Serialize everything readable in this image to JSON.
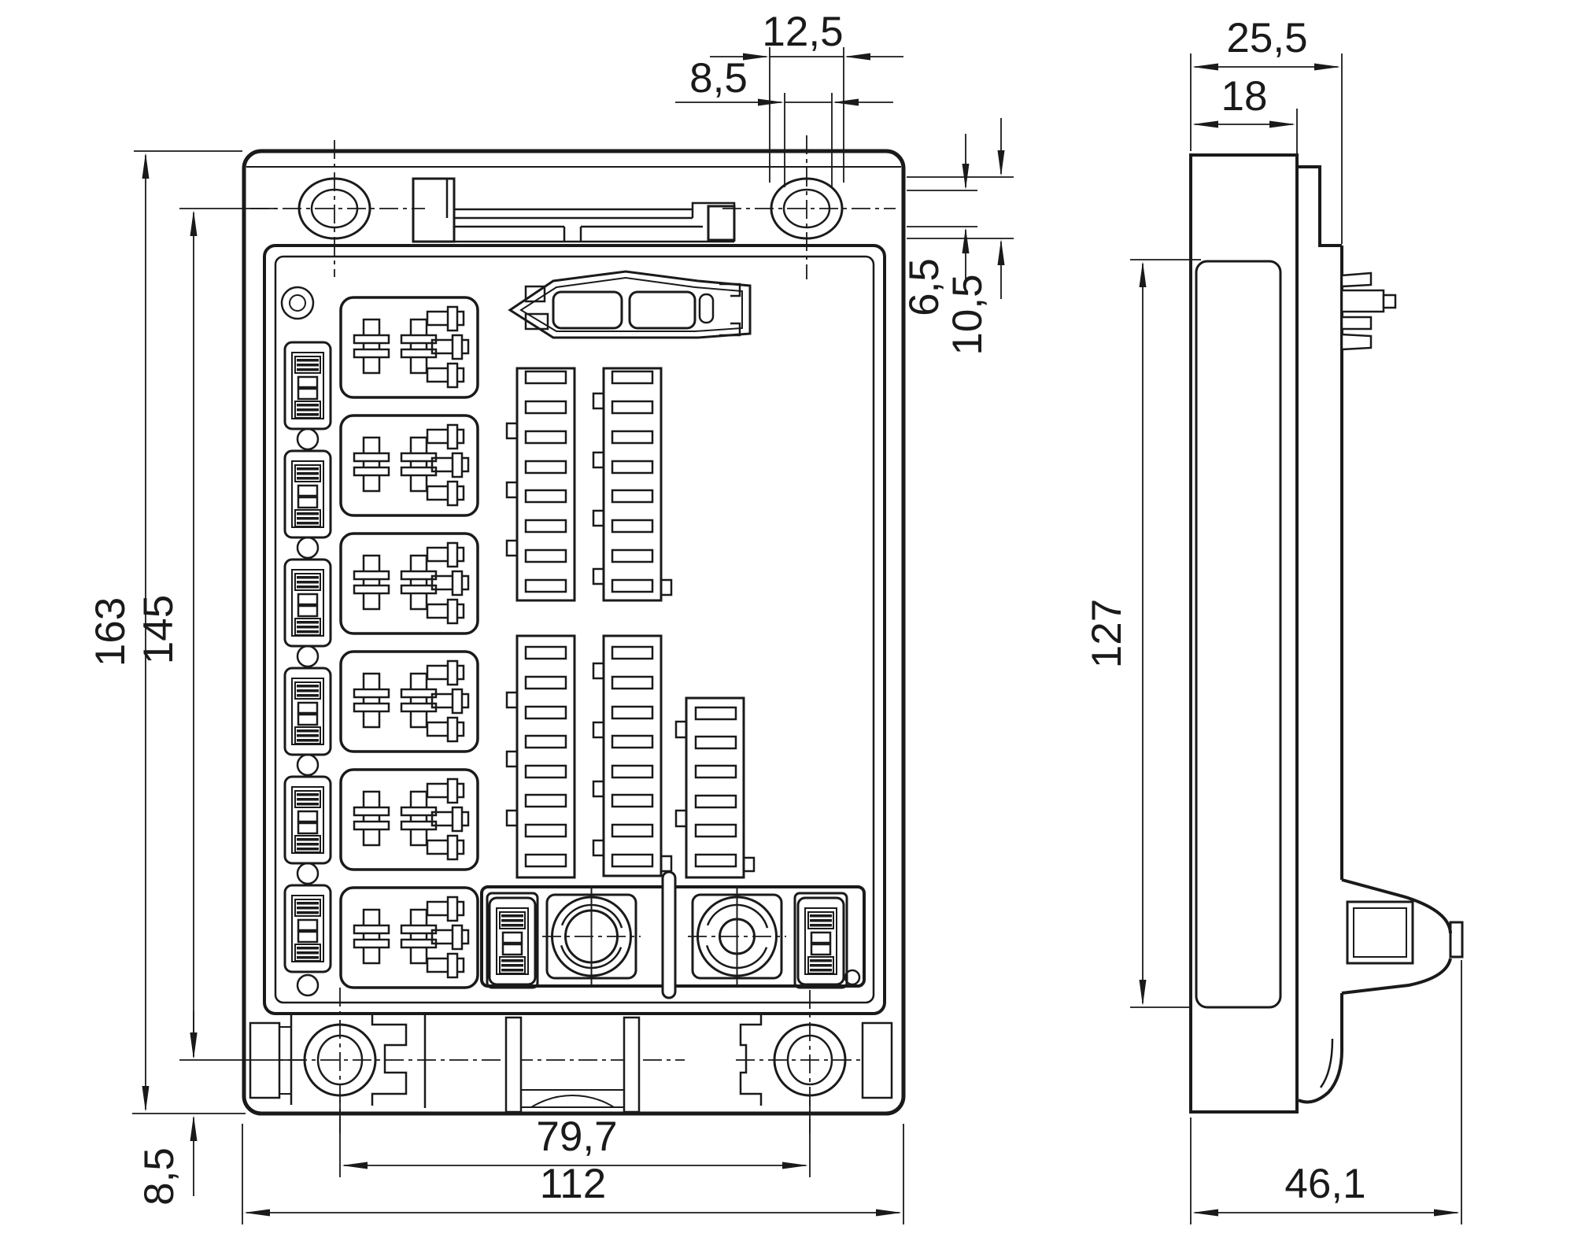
{
  "colors": {
    "background": "#ffffff",
    "line": "#1a1a1a"
  },
  "front_view": {
    "dimensions": {
      "overall_height": "163",
      "mounting_hole_pitch_vertical": "145",
      "hole_to_bottom_edge": "8,5",
      "slot_outer_width": "12,5",
      "slot_inner_width": "8,5",
      "top_edge_to_rail": "6,5",
      "top_edge_to_panel": "10,5",
      "mounting_hole_pitch_horizontal": "79,7",
      "overall_width": "112"
    }
  },
  "side_view": {
    "dimensions": {
      "top_depth": "25,5",
      "flange_depth": "18",
      "panel_height": "127",
      "overall_depth": "46,1"
    }
  }
}
